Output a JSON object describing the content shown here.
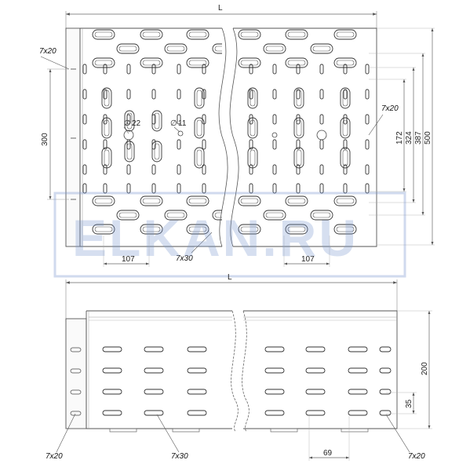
{
  "watermark": "ELKAN.RU",
  "top_view": {
    "length_label": "L",
    "hole_labels": {
      "left_edge": "7x20",
      "right_side": "7x20",
      "bottom_slot": "7x30"
    },
    "diameters": [
      "22",
      "11"
    ],
    "diameter_symbol": "∅",
    "dims_left": "300",
    "dims_right": [
      "172",
      "324",
      "387",
      "500"
    ],
    "spacing_left": "107",
    "spacing_right": "107"
  },
  "side_view": {
    "length_label": "L",
    "height": "200",
    "pitch_vertical": "35",
    "pitch_horizontal": "69",
    "hole_labels": {
      "left": "7x20",
      "middle": "7x30",
      "right": "7x20"
    }
  }
}
